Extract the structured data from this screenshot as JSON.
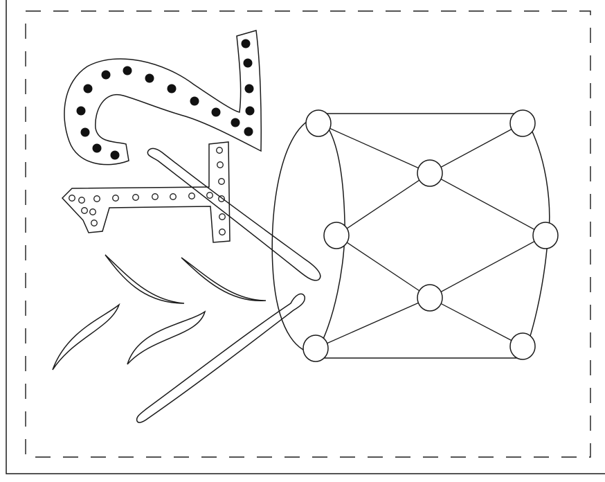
{
  "colors": {
    "background": "#ffffff",
    "line": "#1a1a1a",
    "dot_fill": "#111111",
    "hole_fill": "#ffffff"
  },
  "artwork": {
    "subject": "drum-with-sticks-and-number-7-coloring-page",
    "border_style": "dashed",
    "icons": [
      "number-two-shape",
      "number-seven-shape",
      "drum-icon",
      "drumstick-icon",
      "leaf-icon"
    ]
  }
}
